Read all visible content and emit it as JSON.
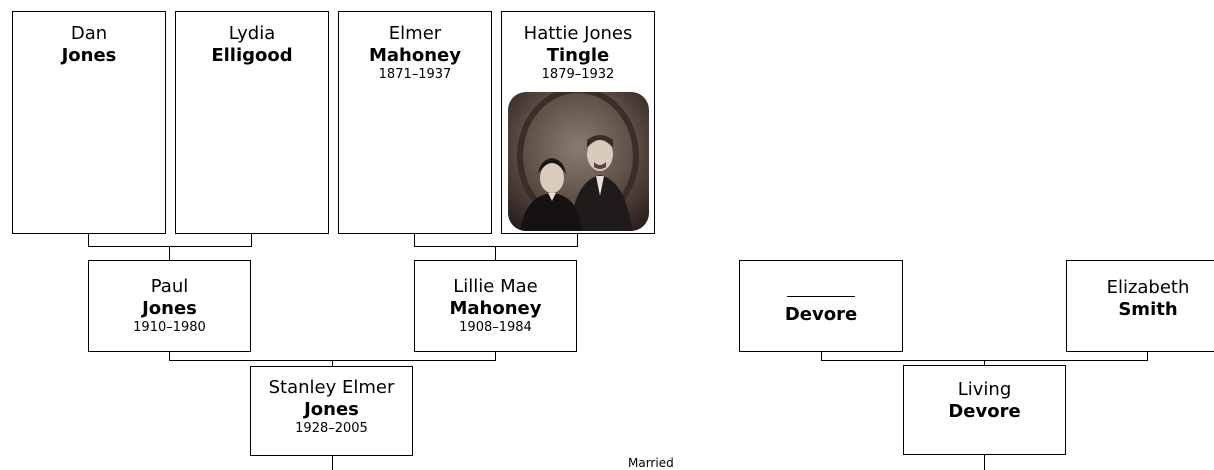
{
  "people": {
    "dan": {
      "given": "Dan",
      "surname": "Jones"
    },
    "lydia": {
      "given": "Lydia",
      "surname": "Elligood"
    },
    "elmer": {
      "given": "Elmer",
      "surname": "Mahoney",
      "dates": "1871–1937"
    },
    "hattie": {
      "given": "Hattie Jones",
      "surname": "Tingle",
      "dates": "1879–1932"
    },
    "paul": {
      "given": "Paul",
      "surname": "Jones",
      "dates": "1910–1980"
    },
    "lillie": {
      "given": "Lillie Mae",
      "surname": "Mahoney",
      "dates": "1908–1984"
    },
    "stanley": {
      "given": "Stanley Elmer",
      "surname": "Jones",
      "dates": "1928–2005"
    },
    "devore_father": {
      "given": "",
      "surname": "Devore"
    },
    "elizabeth": {
      "given": "Elizabeth",
      "surname": "Smith"
    },
    "living": {
      "given": "Living",
      "surname": "Devore"
    }
  },
  "married_label": "Married",
  "colors": {
    "border": "#000000",
    "background": "#ffffff"
  }
}
